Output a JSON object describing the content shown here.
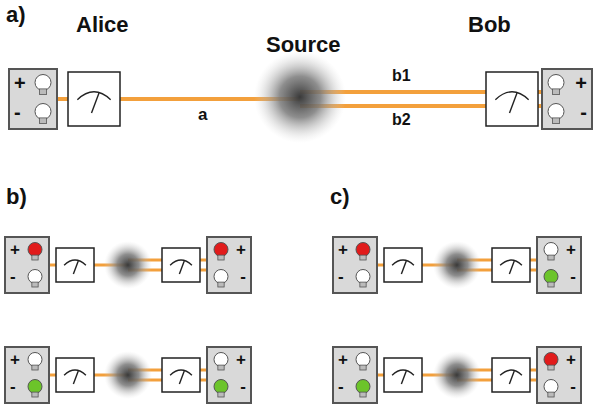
{
  "diagram": {
    "nodes": [
      {
        "text": [
          "+",
          "-"
        ]
      },
      {
        "text": [
          "+",
          "-"
        ]
      },
      {
        "text": [
          "+",
          "-"
        ]
      },
      {
        "text": [
          "+",
          "-"
        ]
      },
      {
        "text": [
          "+",
          "-"
        ]
      },
      {
        "text": [
          "+",
          "-"
        ]
      },
      {
        "text": [
          "+",
          "-"
        ]
      },
      {
        "text": [
          "+",
          "-"
        ]
      },
      {
        "text": [
          "+",
          "-"
        ]
      },
      {
        "text": [
          "+",
          "-"
        ]
      }
    ],
    "labels": [
      "a)",
      "Alice",
      "Source",
      "Bob",
      "b1",
      "b2",
      "a",
      "b)",
      "c)"
    ]
  }
}
